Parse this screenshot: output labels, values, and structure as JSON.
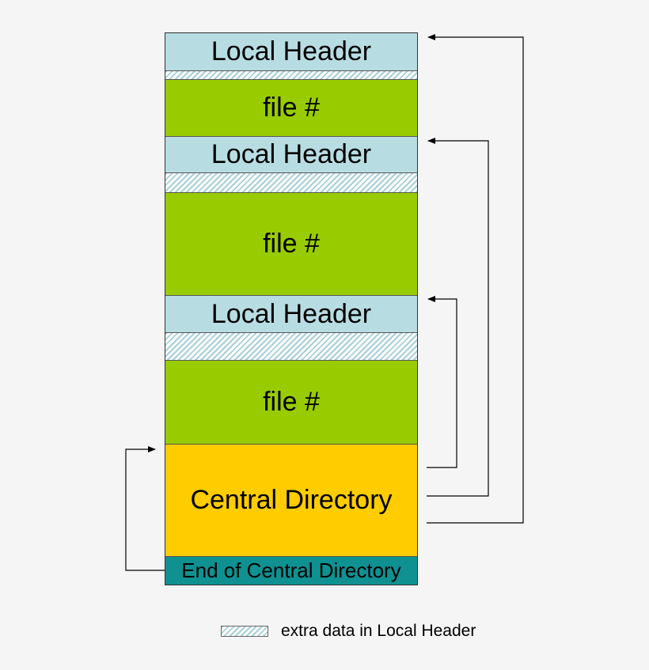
{
  "blocks": {
    "local_header_1": "Local Header",
    "file_1": "file #",
    "local_header_2": "Local Header",
    "file_2": "file #",
    "local_header_3": "Local Header",
    "file_3": "file #",
    "central_directory": "Central Directory",
    "end_of_central_directory": "End of Central Directory"
  },
  "legend": {
    "label": "extra data in Local Header"
  },
  "colors": {
    "local_header": "#b7dde3",
    "file": "#99cc00",
    "central_directory": "#ffcc00",
    "end_of_central_directory": "#0f9191",
    "extra_data_hatch": "#a6cfd8"
  }
}
